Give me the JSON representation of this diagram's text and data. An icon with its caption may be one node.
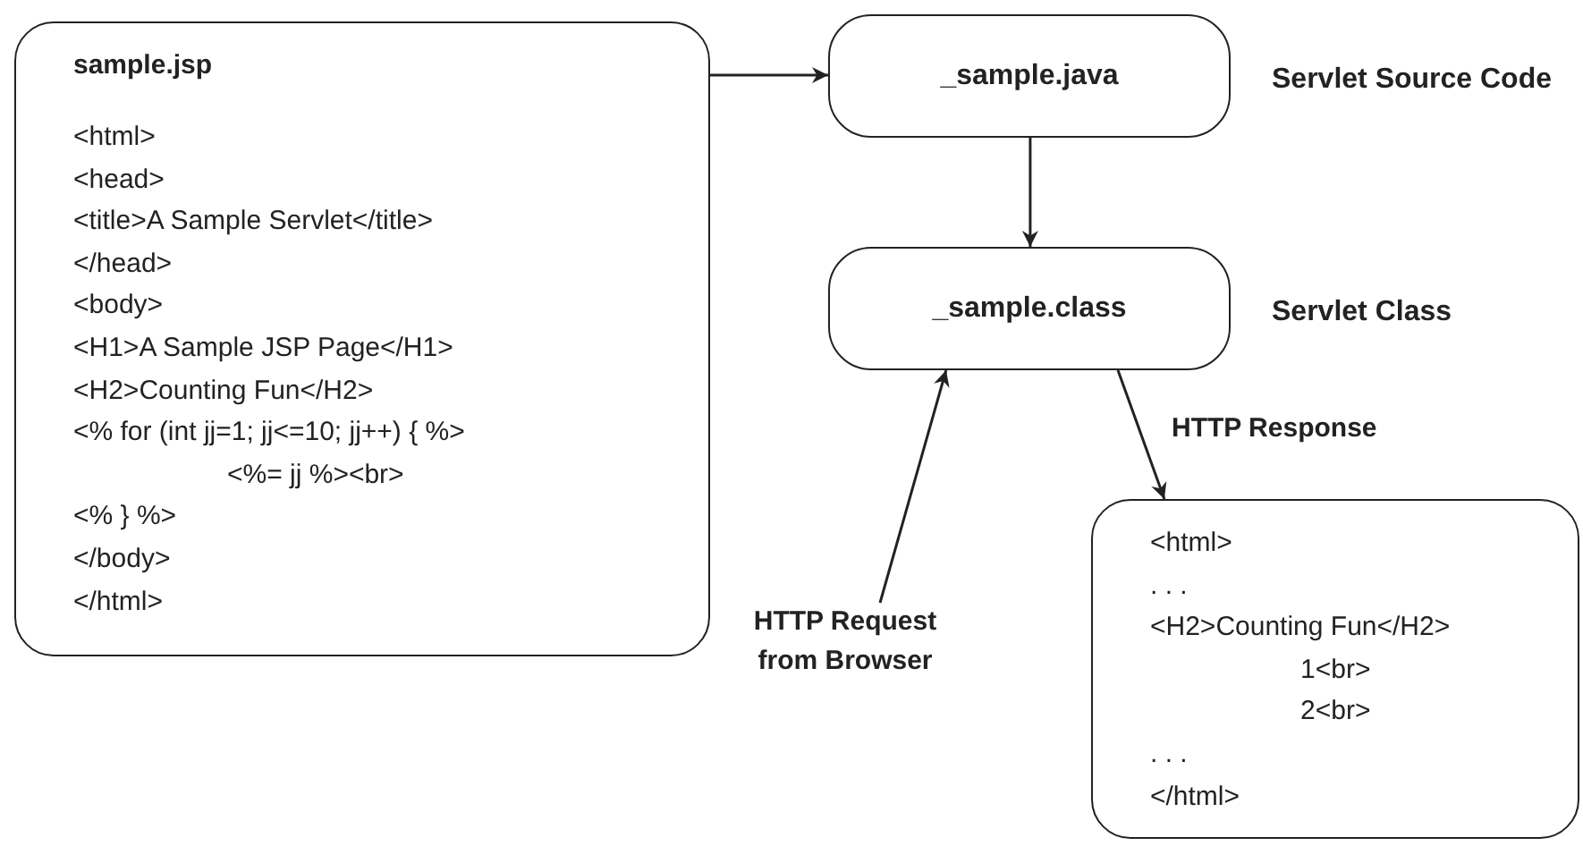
{
  "diagram": {
    "nodes": [
      {
        "text": [
          "sample.jsp",
          "<html>",
          "<head>",
          "<title>A Sample Servlet</title>",
          "</head>",
          "<body>",
          "<H1>A Sample JSP Page</H1>",
          "<H2>Counting Fun</H2>",
          "<% for (int jj=1; jj<=10; jj++) { %>",
          "<%= jj %><br>",
          "<% } %>",
          "</body>",
          "</html>"
        ]
      },
      {
        "text": [
          "_sample.java"
        ],
        "beside": [
          "Servlet Source Code"
        ]
      },
      {
        "text": [
          "_sample.class"
        ],
        "beside": [
          "Servlet Class"
        ]
      },
      {
        "text": [
          "<html>",
          ". . .",
          "<H2>Counting Fun</H2>",
          "1<br>",
          "2<br>",
          ". . .",
          "</html>"
        ]
      },
      {
        "text": [
          "HTTP Request from Browser"
        ]
      }
    ],
    "edges": [
      {
        "from": 0,
        "to": 1,
        "arrow": "to"
      },
      {
        "from": 1,
        "to": 2,
        "arrow": "to"
      },
      {
        "from": 4,
        "to": 2,
        "arrow": "to"
      },
      {
        "from": 2,
        "to": 3,
        "arrow": "to",
        "label": "HTTP Response"
      }
    ]
  }
}
